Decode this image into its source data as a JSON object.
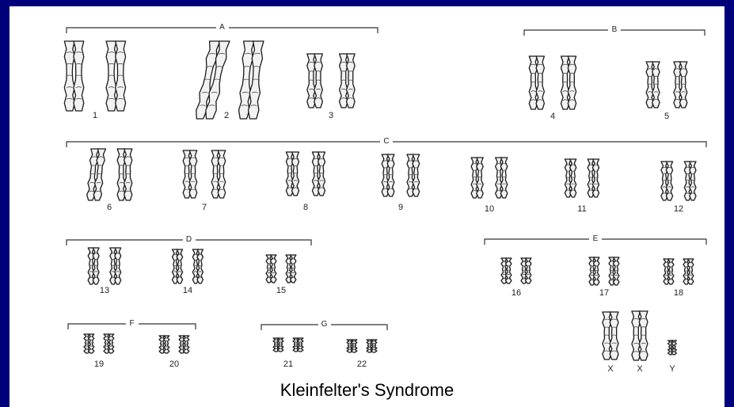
{
  "slide": {
    "background": "#00007a",
    "panel_background": "#ffffff"
  },
  "caption": "Kleinfelter's Syndrome",
  "groups": [
    {
      "id": "A",
      "label": "A",
      "chromosomes": [
        "1",
        "2",
        "3"
      ]
    },
    {
      "id": "B",
      "label": "B",
      "chromosomes": [
        "4",
        "5"
      ]
    },
    {
      "id": "C",
      "label": "C",
      "chromosomes": [
        "6",
        "7",
        "8",
        "9",
        "10",
        "11",
        "12"
      ]
    },
    {
      "id": "D",
      "label": "D",
      "chromosomes": [
        "13",
        "14",
        "15"
      ]
    },
    {
      "id": "E",
      "label": "E",
      "chromosomes": [
        "16",
        "17",
        "18"
      ]
    },
    {
      "id": "F",
      "label": "F",
      "chromosomes": [
        "19",
        "20"
      ]
    },
    {
      "id": "G",
      "label": "G",
      "chromosomes": [
        "21",
        "22"
      ]
    }
  ],
  "sex_chromosomes": [
    "X",
    "X",
    "Y"
  ]
}
